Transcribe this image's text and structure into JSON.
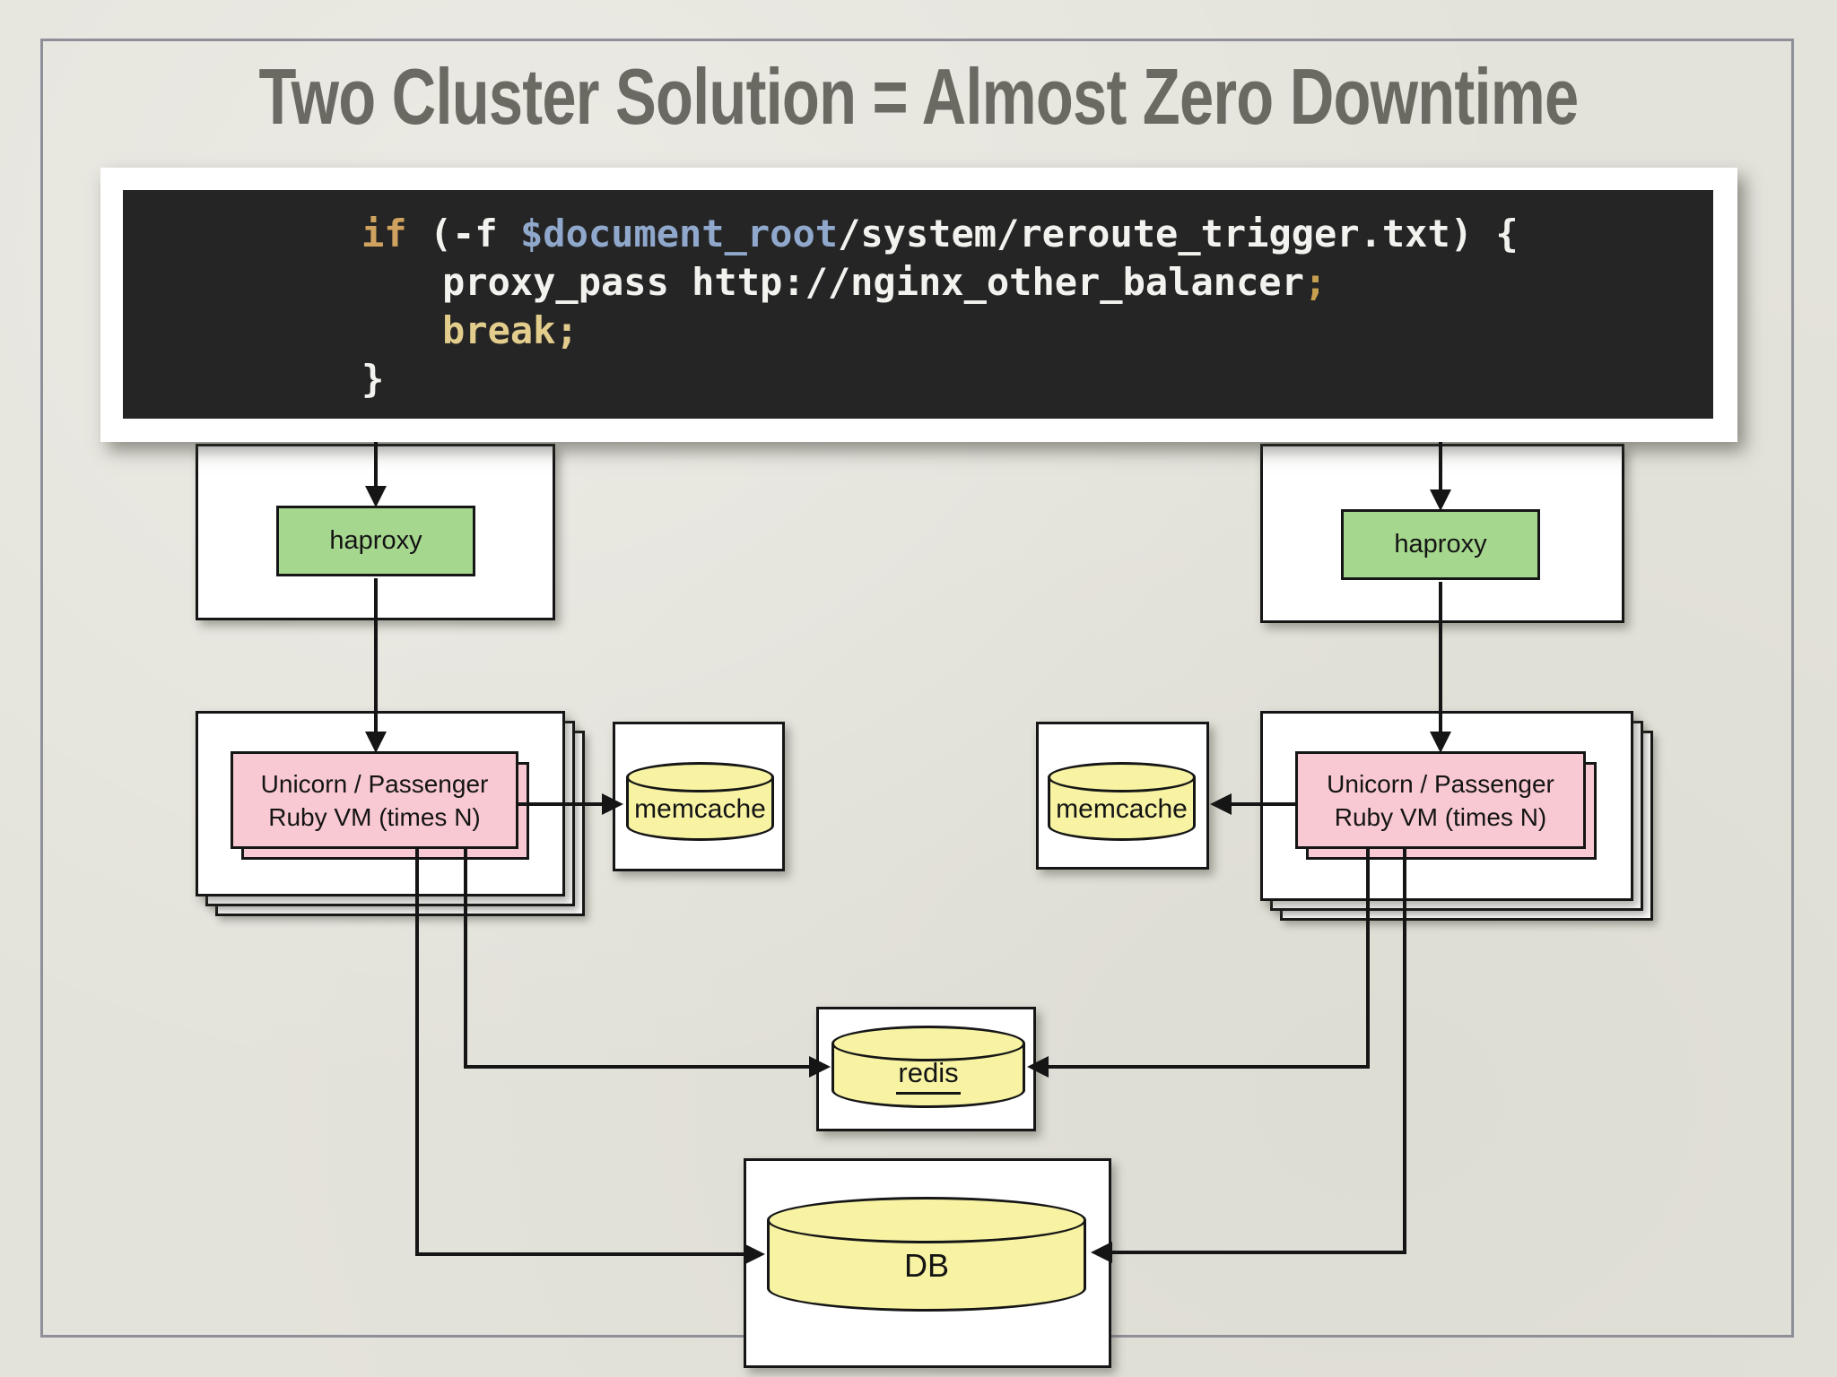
{
  "slide": {
    "title": "Two Cluster Solution = Almost Zero Downtime"
  },
  "code_block": {
    "lines": [
      {
        "indent": false,
        "tokens": [
          {
            "t": "if",
            "c": "keyword"
          },
          {
            "t": " (-f ",
            "c": "plain"
          },
          {
            "t": "$document_root",
            "c": "variable"
          },
          {
            "t": "/system/reroute_trigger.txt) {",
            "c": "plain"
          }
        ]
      },
      {
        "indent": true,
        "tokens": [
          {
            "t": "proxy_pass http://nginx_other_balancer",
            "c": "plain"
          },
          {
            "t": ";",
            "c": "accent"
          }
        ]
      },
      {
        "indent": true,
        "tokens": [
          {
            "t": "break;",
            "c": "value"
          }
        ]
      },
      {
        "indent": false,
        "tokens": [
          {
            "t": "}",
            "c": "plain"
          }
        ]
      }
    ]
  },
  "nodes": {
    "haproxy": "haproxy",
    "app_line1": "Unicorn / Passenger",
    "app_line2": "Ruby VM (times N)",
    "memcache": "memcache",
    "redis": "redis",
    "db": "DB"
  },
  "colors": {
    "background": "#e4e3db",
    "frame_border": "#8f8f9a",
    "title_text": "#6a6a63",
    "code_background": "#252525",
    "code_plain": "#f2f2ef",
    "code_keyword": "#cfa35f",
    "code_variable": "#8fa8cc",
    "code_value": "#e3cd8d",
    "code_accent": "#c9a050",
    "node_green": "#a6d78e",
    "node_pink": "#f8c9d2",
    "node_yellow": "#f7f3a3",
    "line_black": "#151515",
    "box_white": "#ffffff"
  }
}
